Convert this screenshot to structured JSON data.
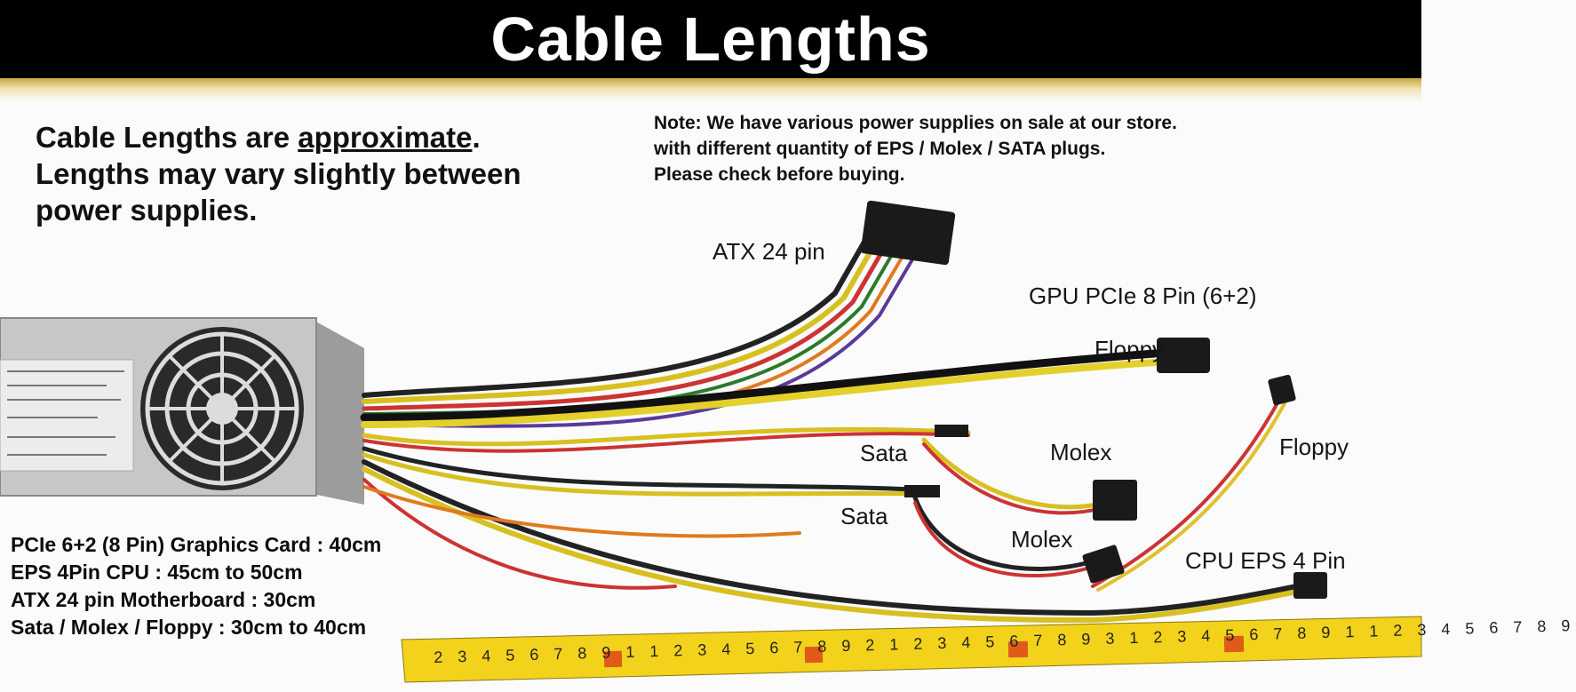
{
  "banner": {
    "title": "Cable Lengths"
  },
  "disclaimer": {
    "line1_pre": "Cable Lengths are ",
    "line1_underlined": "approximate",
    "line1_post": ".",
    "line2": "Lengths may vary slightly between",
    "line3": "power supplies."
  },
  "note": {
    "line1": "Note: We have various power supplies on sale at our store.",
    "line2": "with different quantity of EPS / Molex / SATA plugs.",
    "line3": "Please check before buying."
  },
  "labels": {
    "atx": "ATX 24 pin",
    "gpu": "GPU PCIe 8 Pin (6+2)",
    "floppy_overlap": "Floppy",
    "floppy": "Floppy",
    "sata1": "Sata",
    "sata2": "Sata",
    "molex1": "Molex",
    "molex2": "Molex",
    "cpu": "CPU EPS 4 Pin"
  },
  "specs": [
    "PCIe 6+2 (8 Pin) Graphics Card : 40cm",
    "EPS 4Pin CPU : 45cm to 50cm",
    "ATX 24 pin Motherboard : 30cm",
    "Sata / Molex / Floppy : 30cm to 40cm"
  ],
  "ruler": {
    "digits": "2 3 4 5 6 7 8 9 1 1 2 3 4 5 6 7 8 9 2 1 2 3 4 5 6 7 8 9 3 1 2 3 4 5 6 7 8 9 1 1 2 3 4 5 6 7 8 9"
  },
  "colors": {
    "banner": "#000000",
    "text": "#111111",
    "ruler": "#f3d21c"
  }
}
